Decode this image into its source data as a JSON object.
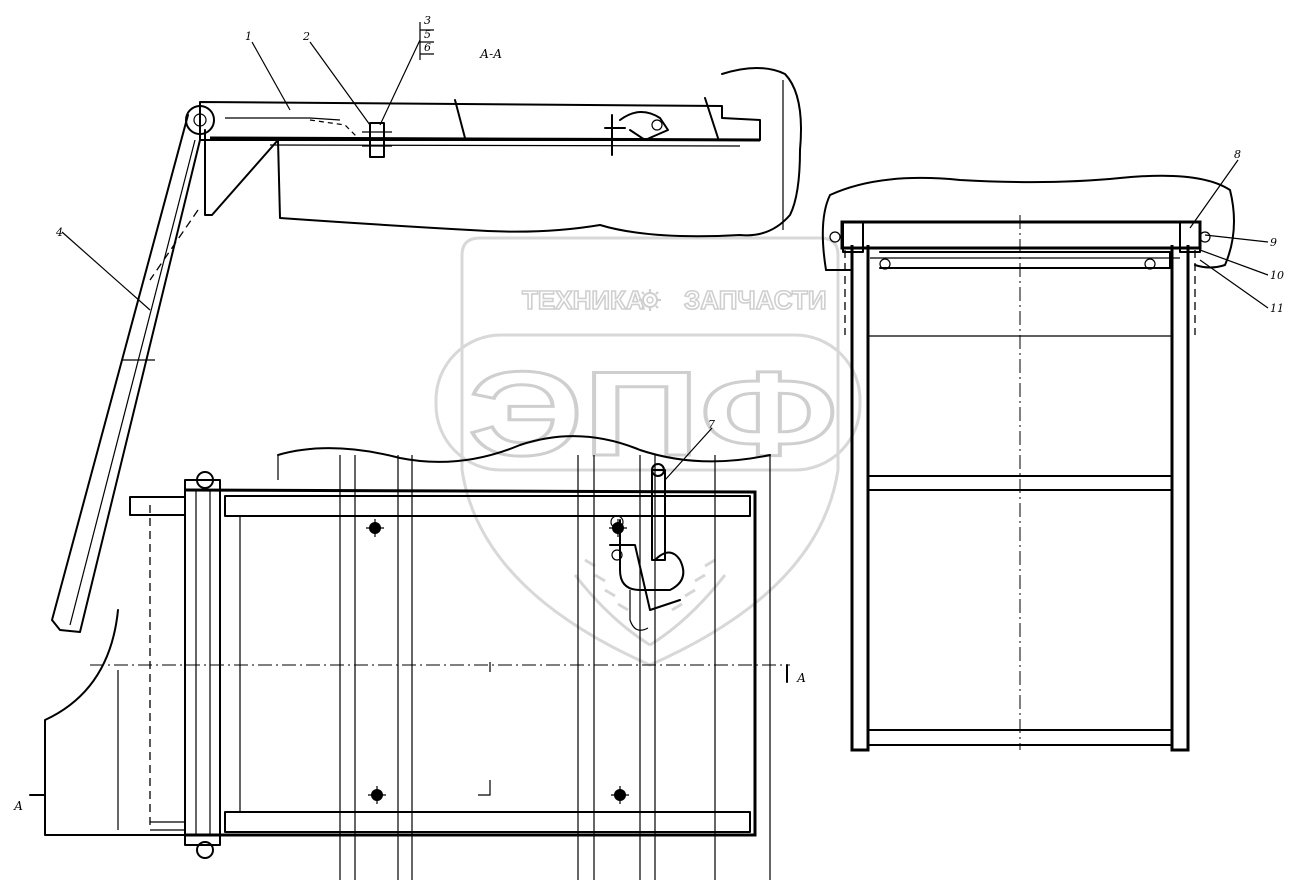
{
  "watermark": {
    "top_left": "ТЕХНИКА",
    "top_right": "ЗАПЧАСТИ",
    "big": "ЭПФ",
    "gear_icon": "gear-icon",
    "color": "#cfcfcf"
  },
  "section_label": "А-А",
  "cut_marks": {
    "left": "А",
    "right": "А"
  },
  "callouts": {
    "c1": "1",
    "c2": "2",
    "c3": "3",
    "c4": "4",
    "c5": "5",
    "c6": "6",
    "c7": "7",
    "c8": "8",
    "c9": "9",
    "c10": "10",
    "c11": "11"
  },
  "line_color": "#000000"
}
